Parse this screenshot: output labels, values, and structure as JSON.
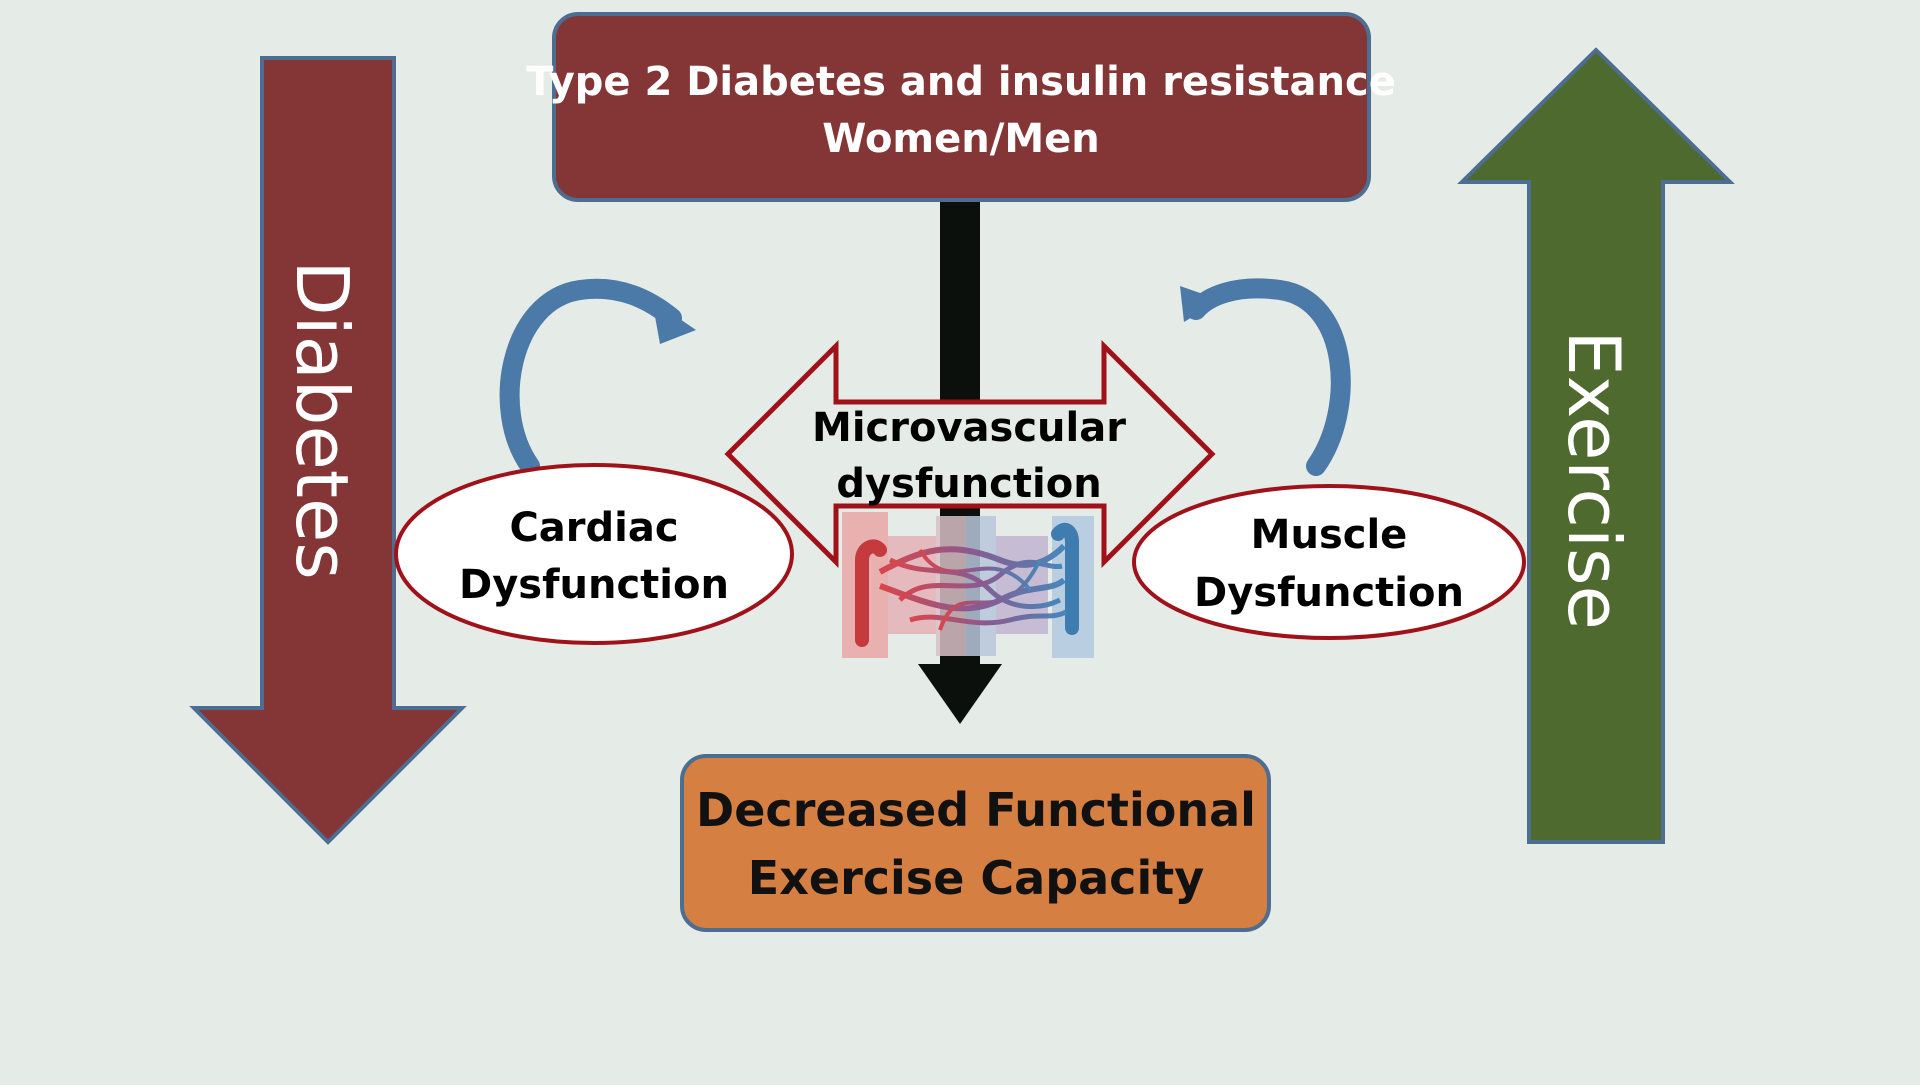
{
  "diagram": {
    "top_box": {
      "line1": "Type 2 Diabetes and insulin resistance",
      "line2": "Women/Men"
    },
    "left_arrow_label": "Diabetes",
    "right_arrow_label": "Exercise",
    "center_label": {
      "line1": "Microvascular",
      "line2": "dysfunction"
    },
    "left_ellipse": {
      "line1": "Cardiac",
      "line2": "Dysfunction"
    },
    "right_ellipse": {
      "line1": "Muscle",
      "line2": "Dysfunction"
    },
    "bottom_box": {
      "line1": "Decreased Functional",
      "line2": "Exercise Capacity"
    }
  },
  "colors": {
    "background": "#e5ebe6",
    "diabetes_red": "#843535",
    "exercise_green": "#4f6a2f",
    "outline_blue": "#4d6d91",
    "curved_arrow_blue": "#4b79a8",
    "ellipse_border": "#a0121a",
    "outcome_orange": "#d67f42",
    "connector_black": "#0c100c"
  },
  "icons": {
    "microvasculature": "capillary-network-illustration"
  }
}
